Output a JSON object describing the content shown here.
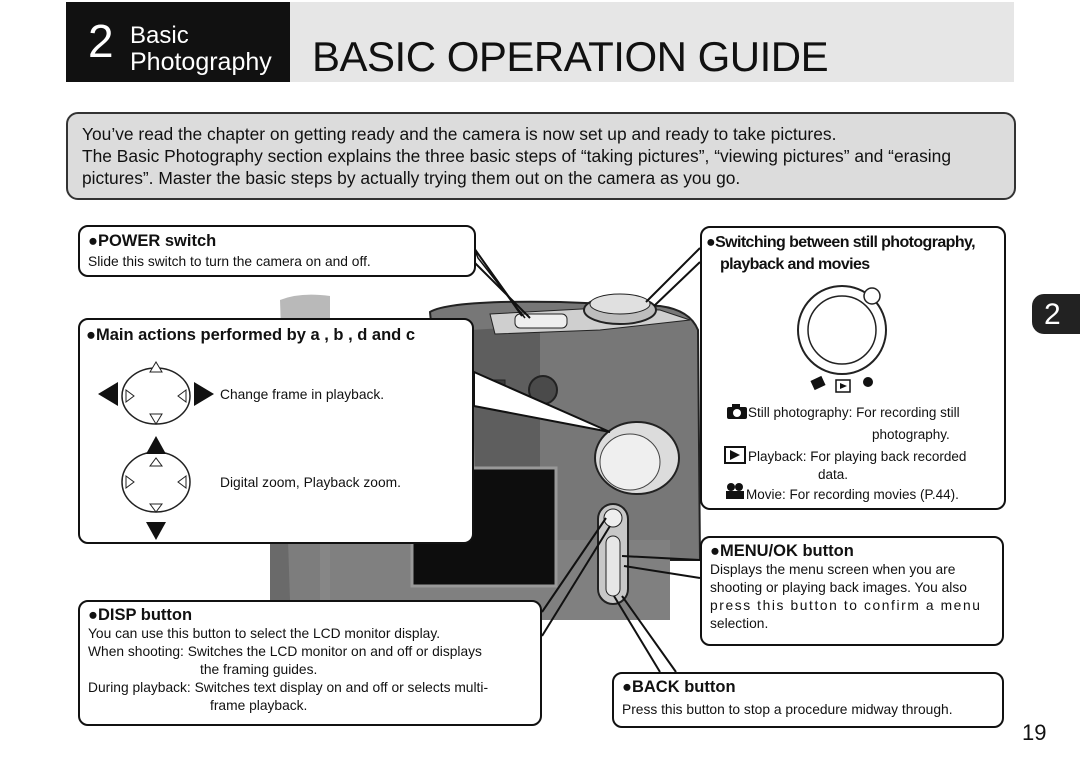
{
  "header": {
    "chapter_number": "2",
    "chapter_name_line1": "Basic",
    "chapter_name_line2": "Photography",
    "title": "BASIC OPERATION GUIDE"
  },
  "intro": [
    "You’ve read the chapter on getting ready and the camera is now set up and ready to take pictures.",
    "The Basic Photography section explains the three basic steps of “taking pictures”, “viewing pictures” and “erasing pictures”. Master the basic steps by actually trying them out on the camera as you go."
  ],
  "power": {
    "title": "●POWER switch",
    "desc": "Slide this switch to turn the camera on and off."
  },
  "main_actions": {
    "title": "●Main actions performed by a , b , d and c",
    "row1": "Change frame in playback.",
    "row2": "Digital zoom, Playback zoom."
  },
  "disp": {
    "title": "●DISP button",
    "line1": "You can use this button to select the LCD monitor display.",
    "line2": "When shooting: Switches the LCD monitor on and off or displays",
    "line3": "the framing guides.",
    "line4": "During playback: Switches text display on and off or selects multi-",
    "line5": "frame playback."
  },
  "switching": {
    "title1": "●Switching between still photography,",
    "title2": "playback and movies",
    "still1": "Still photography: For recording still",
    "still2": "photography.",
    "play1": "Playback: For playing back recorded",
    "play2": "data.",
    "movie": "Movie: For recording movies (P.44)."
  },
  "menu": {
    "title": "●MENU/OK button",
    "line1": "Displays the menu screen when you are",
    "line2": "shooting or playing back images. You also",
    "line3": "press this button to confirm a menu",
    "line4": "selection."
  },
  "back": {
    "title": "●BACK button",
    "desc": "Press this button to stop a procedure midway through."
  },
  "side_tab": "2",
  "page_number": "19",
  "colors": {
    "header_dark": "#111111",
    "header_light": "#e6e6e6",
    "intro_bg": "#dcdcdc",
    "camera_body": "#6e6e6e"
  }
}
